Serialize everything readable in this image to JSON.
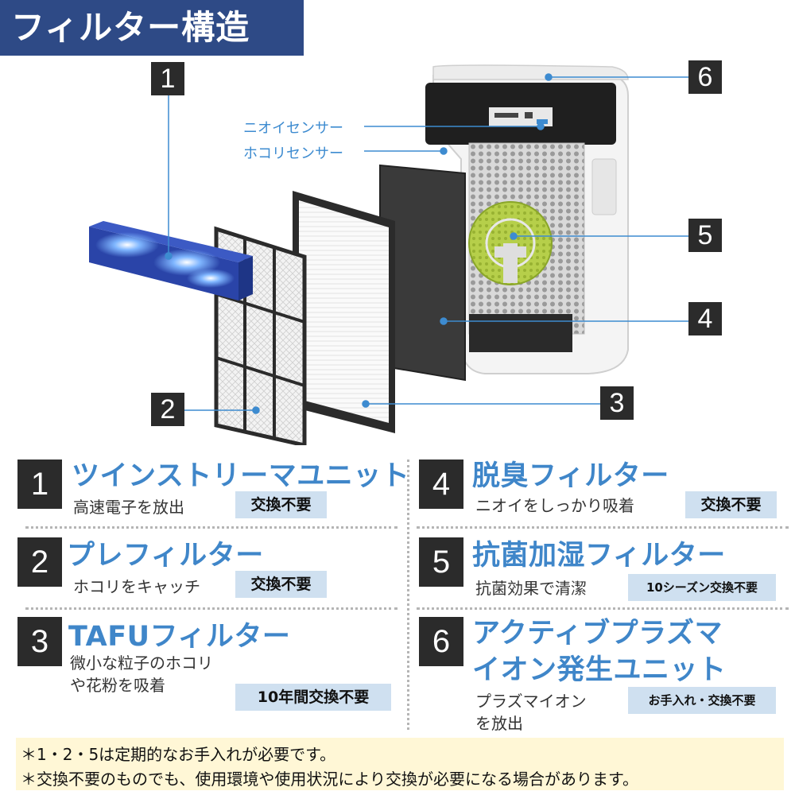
{
  "title": "フィルター構造",
  "callouts": {
    "n1": "1",
    "n2": "2",
    "n3": "3",
    "n4": "4",
    "n5": "5",
    "n6": "6"
  },
  "sensors": {
    "odor": "ニオイセンサー",
    "dust": "ホコリセンサー"
  },
  "items": [
    {
      "num": "1",
      "title": "ツインストリーマユニット",
      "desc": [
        "高速電子を放出"
      ],
      "badge": "交換不要"
    },
    {
      "num": "2",
      "title": "プレフィルター",
      "desc": [
        "ホコリをキャッチ"
      ],
      "badge": "交換不要"
    },
    {
      "num": "3",
      "title": "TAFUフィルター",
      "desc": [
        "微小な粒子のホコリ",
        "や花粉を吸着"
      ],
      "badge": "10年間交換不要"
    },
    {
      "num": "4",
      "title": "脱臭フィルター",
      "desc": [
        "ニオイをしっかり吸着"
      ],
      "badge": "交換不要"
    },
    {
      "num": "5",
      "title": "抗菌加湿フィルター",
      "desc": [
        "抗菌効果で清潔"
      ],
      "badge": "10シーズン交換不要"
    },
    {
      "num": "6",
      "title": [
        "アクティブプラズマ",
        "イオン発生ユニット"
      ],
      "desc": [
        "プラズマイオン",
        "を放出"
      ],
      "badge": "お手入れ・交換不要"
    }
  ],
  "notes": [
    "＊1・2・5は定期的なお手入れが必要です。",
    "＊交換不要のものでも、使用環境や使用状況により交換が必要になる場合があります。"
  ]
}
